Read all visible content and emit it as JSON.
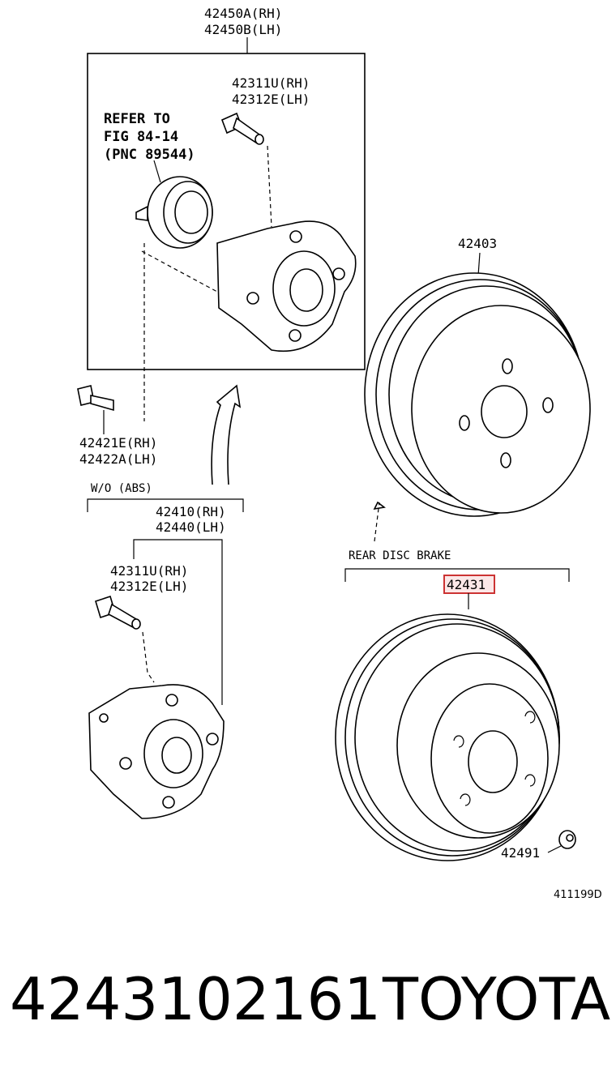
{
  "labels": {
    "hub_assembly": [
      "42450A(RH)",
      "42450B(LH)"
    ],
    "hub_bolt_top": [
      "42311U(RH)",
      "42312E(LH)"
    ],
    "refer": [
      "REFER TO",
      "FIG 84-14",
      "(PNC 89544)"
    ],
    "brake_drum": "42403",
    "hub_bolt_side": [
      "42421E(RH)",
      "42422A(LH)"
    ],
    "wo_abs": "W/O (ABS)",
    "hub_bearing": [
      "42410(RH)",
      "42440(LH)"
    ],
    "hub_bolt_bottom": [
      "42311U(RH)",
      "42312E(LH)"
    ],
    "rear_disc_brake": "REAR DISC BRAKE",
    "disc": "42431",
    "plug": "42491",
    "figure_id": "411199D"
  },
  "footer": {
    "part_number": "4243102161",
    "brand": "TOYOTA"
  },
  "colors": {
    "highlight": "#cc3333",
    "ink": "#000000"
  }
}
